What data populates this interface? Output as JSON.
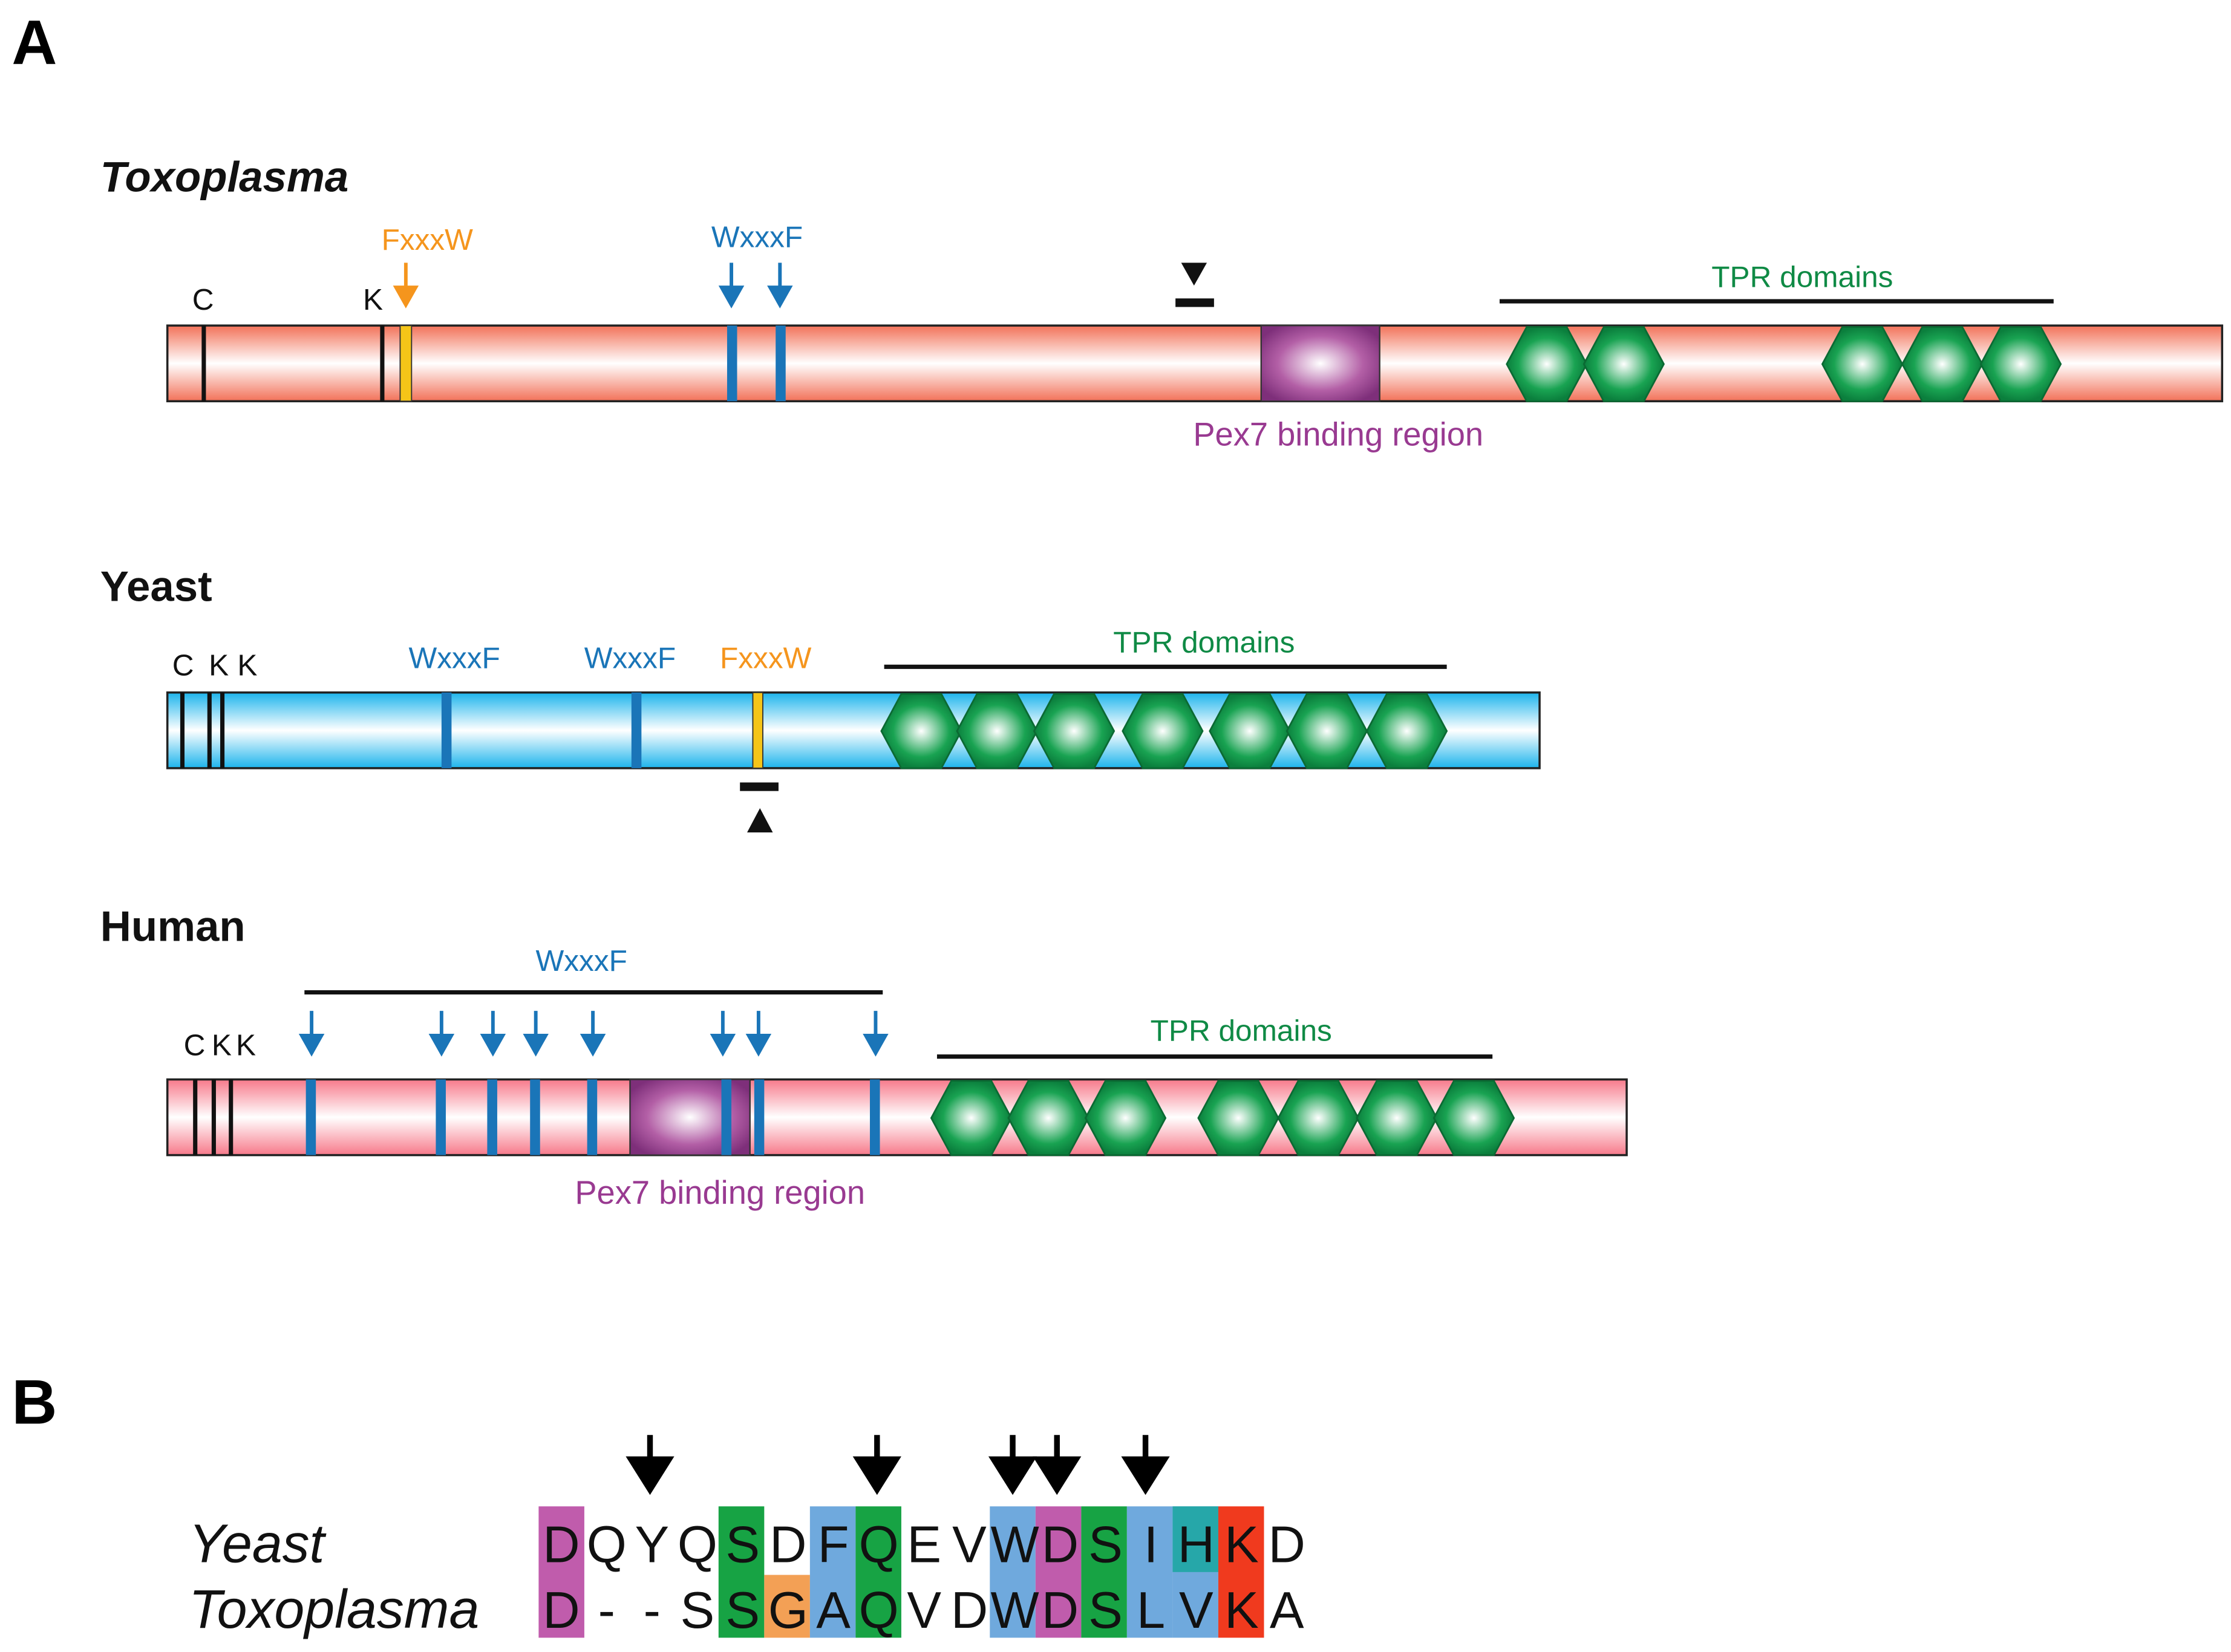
{
  "panel_a": {
    "letter": "A",
    "constructs": [
      {
        "species": "Toxoplasma",
        "italic": true,
        "bar_color": "#f58b73",
        "markers": [
          "C",
          "K"
        ],
        "motif_labels": [
          "FxxxW",
          "WxxxF"
        ],
        "tpr_label": "TPR domains",
        "binding_region_label": "Pex7 binding region"
      },
      {
        "species": "Yeast",
        "italic": false,
        "bar_color": "#33bdf0",
        "markers": [
          "C",
          "K",
          "K"
        ],
        "motif_labels": [
          "WxxxF",
          "WxxxF",
          "FxxxW"
        ],
        "tpr_label": "TPR domains"
      },
      {
        "species": "Human",
        "italic": false,
        "bar_color": "#f98b9b",
        "markers": [
          "C",
          "K",
          "K"
        ],
        "motif_labels": [
          "WxxxF"
        ],
        "tpr_label": "TPR domains",
        "binding_region_label": "Pex7 binding region"
      }
    ]
  },
  "panel_b": {
    "letter": "B",
    "alignment": [
      {
        "species": "Yeast",
        "sequence": [
          "D",
          "Q",
          "Y",
          "Q",
          "S",
          "D",
          "F",
          "Q",
          "E",
          "V",
          "W",
          "D",
          "S",
          "I",
          "H",
          "K",
          "D"
        ]
      },
      {
        "species": "Toxoplasma",
        "sequence": [
          "D",
          "-",
          "-",
          "S",
          "S",
          "G",
          "A",
          "Q",
          "V",
          "D",
          "W",
          "D",
          "S",
          "L",
          "V",
          "K",
          "A"
        ]
      }
    ]
  },
  "colors": {
    "wxxxf_motif": "#1a75b8",
    "fxxxw_motif": "#f5951d",
    "tpr": "#0f8a45",
    "pex7_region": "#993a91",
    "aln_magenta": "#c05cac",
    "aln_green": "#17a344",
    "aln_blue": "#6fa9dd",
    "aln_orange": "#f3a055",
    "aln_teal": "#26a7a9",
    "aln_red": "#f03a1e"
  }
}
